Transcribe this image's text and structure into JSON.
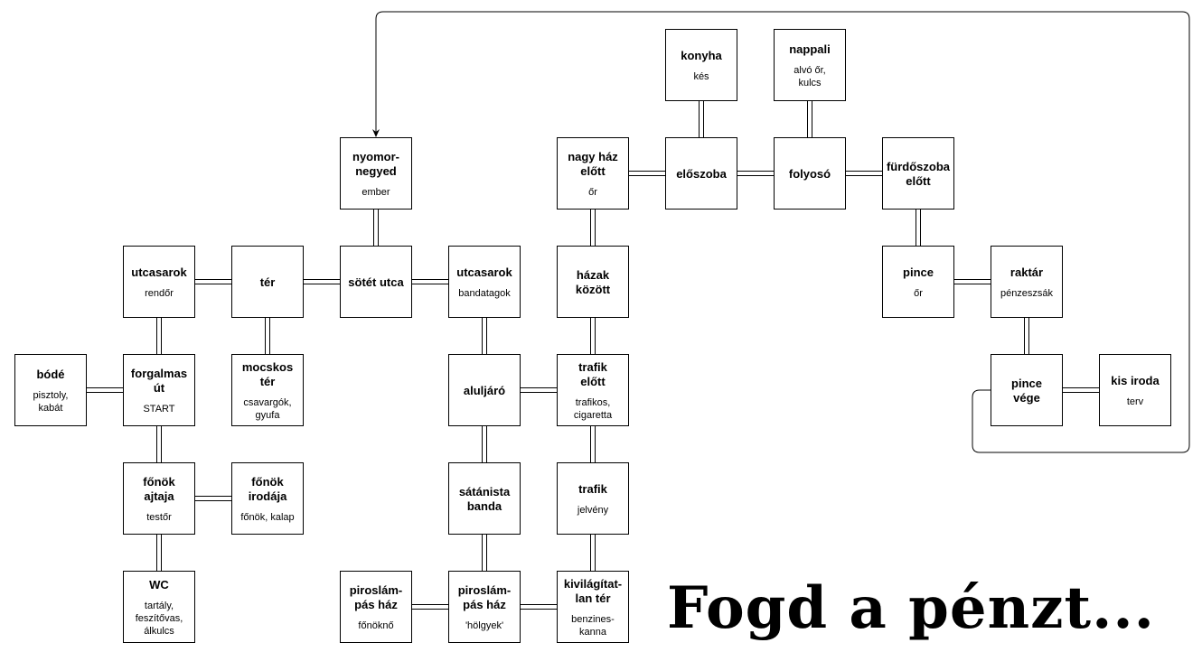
{
  "title": "Fogd a pénzt...",
  "rooms": [
    {
      "id": "konyha",
      "name": "konyha",
      "items": "kés"
    },
    {
      "id": "nappali",
      "name": "nappali",
      "items": "alvó őr,\nkulcs"
    },
    {
      "id": "nyomornegyed",
      "name": "nyomor-\nnegyed",
      "items": "ember"
    },
    {
      "id": "nagy_haz_elott",
      "name": "nagy ház\nelőtt",
      "items": "őr"
    },
    {
      "id": "eloszoba",
      "name": "előszoba",
      "items": ""
    },
    {
      "id": "folyoso",
      "name": "folyosó",
      "items": ""
    },
    {
      "id": "furdoszoba_elott",
      "name": "fürdőszoba\nelőtt",
      "items": ""
    },
    {
      "id": "utcasarok1",
      "name": "utcasarok",
      "items": "rendőr"
    },
    {
      "id": "ter",
      "name": "tér",
      "items": ""
    },
    {
      "id": "sotet_utca",
      "name": "sötét utca",
      "items": ""
    },
    {
      "id": "utcasarok2",
      "name": "utcasarok",
      "items": "bandatagok"
    },
    {
      "id": "hazak_kozott",
      "name": "házak\nközött",
      "items": ""
    },
    {
      "id": "pince",
      "name": "pince",
      "items": "őr"
    },
    {
      "id": "raktar",
      "name": "raktár",
      "items": "pénzeszsák"
    },
    {
      "id": "bode",
      "name": "bódé",
      "items": "pisztoly,\nkabát"
    },
    {
      "id": "forgalmas_ut",
      "name": "forgalmas\nút",
      "items": "START"
    },
    {
      "id": "mocskos_ter",
      "name": "mocskos\ntér",
      "items": "csavargók,\ngyufa"
    },
    {
      "id": "aluljaro",
      "name": "aluljáró",
      "items": ""
    },
    {
      "id": "trafik_elott",
      "name": "trafik\nelőtt",
      "items": "trafikos,\ncigaretta"
    },
    {
      "id": "pince_vege",
      "name": "pince\nvége",
      "items": ""
    },
    {
      "id": "kis_iroda",
      "name": "kis iroda",
      "items": "terv"
    },
    {
      "id": "fonok_ajtaja",
      "name": "főnök\najtaja",
      "items": "testőr"
    },
    {
      "id": "fonok_irodaja",
      "name": "főnök\nirodája",
      "items": "főnök, kalap"
    },
    {
      "id": "satanista_banda",
      "name": "sátánista\nbanda",
      "items": ""
    },
    {
      "id": "trafik",
      "name": "trafik",
      "items": "jelvény"
    },
    {
      "id": "wc",
      "name": "WC",
      "items": "tartály,\nfeszítővas,\nálkulcs"
    },
    {
      "id": "piroslampas_haz1",
      "name": "piroslám-\npás ház",
      "items": "főnöknő"
    },
    {
      "id": "piroslampas_haz2",
      "name": "piroslám-\npás ház",
      "items": "'hölgyek'"
    },
    {
      "id": "kivilagitatlan_ter",
      "name": "kivilágítat-\nlan tér",
      "items": "benzines-\nkanna"
    }
  ],
  "connections": [
    [
      "konyha",
      "eloszoba"
    ],
    [
      "nappali",
      "folyoso"
    ],
    [
      "nagy_haz_elott",
      "eloszoba"
    ],
    [
      "eloszoba",
      "folyoso"
    ],
    [
      "folyoso",
      "furdoszoba_elott"
    ],
    [
      "nyomornegyed",
      "sotet_utca"
    ],
    [
      "nagy_haz_elott",
      "hazak_kozott"
    ],
    [
      "furdoszoba_elott",
      "pince"
    ],
    [
      "utcasarok1",
      "ter"
    ],
    [
      "ter",
      "sotet_utca"
    ],
    [
      "sotet_utca",
      "utcasarok2"
    ],
    [
      "pince",
      "raktar"
    ],
    [
      "raktar",
      "pince_vege"
    ],
    [
      "pince_vege",
      "kis_iroda"
    ],
    [
      "utcasarok1",
      "forgalmas_ut"
    ],
    [
      "ter",
      "mocskos_ter"
    ],
    [
      "utcasarok2",
      "aluljaro"
    ],
    [
      "hazak_kozott",
      "trafik_elott"
    ],
    [
      "bode",
      "forgalmas_ut"
    ],
    [
      "aluljaro",
      "trafik_elott"
    ],
    [
      "forgalmas_ut",
      "fonok_ajtaja"
    ],
    [
      "aluljaro",
      "satanista_banda"
    ],
    [
      "trafik_elott",
      "trafik"
    ],
    [
      "fonok_ajtaja",
      "fonok_irodaja"
    ],
    [
      "fonok_ajtaja",
      "wc"
    ],
    [
      "satanista_banda",
      "piroslampas_haz2"
    ],
    [
      "trafik",
      "kivilagitatlan_ter"
    ],
    [
      "piroslampas_haz1",
      "piroslampas_haz2"
    ],
    [
      "piroslampas_haz2",
      "kivilagitatlan_ter"
    ]
  ],
  "secret_passage": {
    "from": "pince_vege",
    "to": "nyomornegyed"
  }
}
